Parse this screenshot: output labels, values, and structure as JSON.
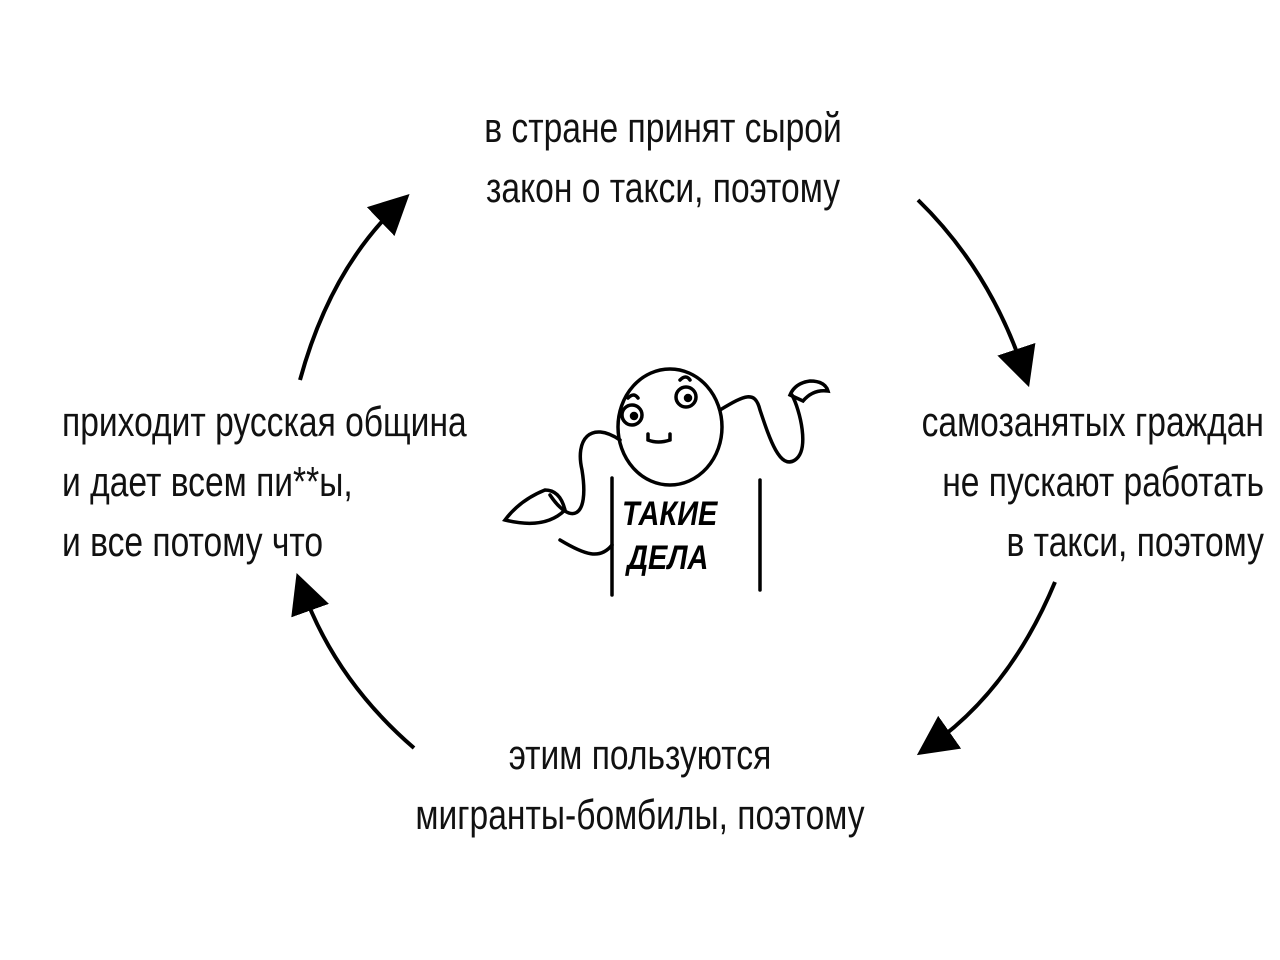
{
  "nodes": {
    "top": [
      "в стране принят сырой",
      "закон о такси, поэтому"
    ],
    "right": [
      "самозанятых граждан",
      "не пускают работать",
      "в такси, поэтому"
    ],
    "bottom": [
      "этим пользуются",
      "мигранты-бомбилы, поэтому"
    ],
    "left": [
      "приходит русская община",
      "и дает всем пи**ы,",
      "и все потому что"
    ]
  },
  "center": {
    "logo_text": [
      "ТАКИЕ",
      "ДЕЛА"
    ]
  }
}
